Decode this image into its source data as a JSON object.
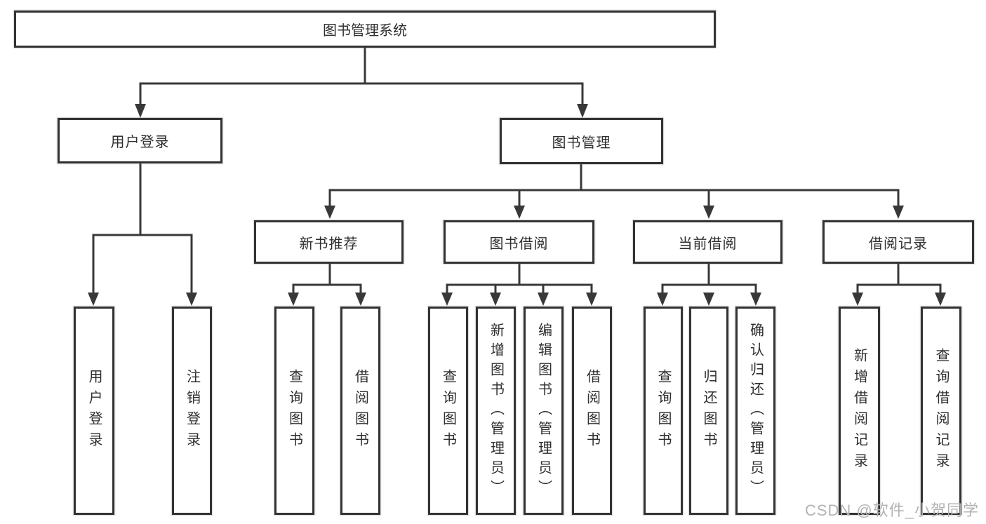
{
  "diagram": {
    "title": "图书管理系统",
    "root": {
      "label": "图书管理系统",
      "children": [
        {
          "label": "用户登录",
          "children": [
            {
              "label": "用户登录"
            },
            {
              "label": "注销登录"
            }
          ]
        },
        {
          "label": "图书管理",
          "children": [
            {
              "label": "新书推荐",
              "children": [
                {
                  "label": "查询图书"
                },
                {
                  "label": "借阅图书"
                }
              ]
            },
            {
              "label": "图书借阅",
              "children": [
                {
                  "label": "查询图书"
                },
                {
                  "label": "新增图书（管理员）"
                },
                {
                  "label": "编辑图书（管理员）"
                },
                {
                  "label": "借阅图书"
                }
              ]
            },
            {
              "label": "当前借阅",
              "children": [
                {
                  "label": "查询图书"
                },
                {
                  "label": "归还图书"
                },
                {
                  "label": "确认归还（管理员）"
                }
              ]
            },
            {
              "label": "借阅记录",
              "children": [
                {
                  "label": "新增借阅记录"
                },
                {
                  "label": "查询借阅记录"
                }
              ]
            }
          ]
        }
      ]
    },
    "colors": {
      "line": "#383838",
      "border": "#333333",
      "text": "#2e2e2e",
      "background": "#ffffff",
      "watermark": "#b3b3b3"
    }
  },
  "watermark": {
    "text": "CSDN @软件_小贺同学"
  }
}
